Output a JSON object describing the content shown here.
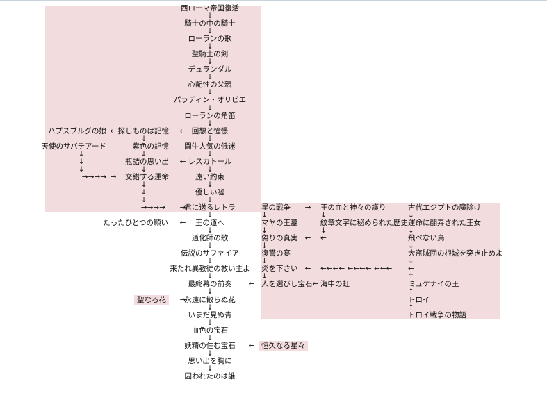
{
  "arrows": {
    "down": "↓",
    "up": "↑",
    "left": "←",
    "right": "→",
    "right4": "→→→→",
    "left_chain": "←←←← ←←←← ←←←",
    "left_end": "←"
  },
  "main": [
    "西ローマ帝国復活",
    "騎士の中の騎士",
    "ローランの歌",
    "聖騎士の剣",
    "デュランダル",
    "心配性の父親",
    "パラディン・オリビエ",
    "ローランの角笛",
    "回想と憧憬",
    "闘牛人気の低迷",
    "レスカトール",
    "遠い約束",
    "優しい嘘",
    "君に送るレトラ",
    "王の道へ",
    "道化師の歌",
    "伝説のサファイア",
    "来たれ異教徒の救い主よ",
    "最終幕の前奏",
    "永遠に散らぬ花",
    "いまだ見ぬ青",
    "血色の宝石",
    "妖精の住む宝石",
    "思い出を胸に",
    "囚われたのは誰"
  ],
  "middle": [
    "探しものは記憶",
    "紫色の記憶",
    "瓶詰の思い出",
    "交錯する運命",
    "たったひとつの願い",
    "聖なる花"
  ],
  "left": [
    "ハプスブルグの娘",
    "天使のサバテアード"
  ],
  "side": {
    "eternal_stars": "恒久なる星々"
  },
  "right": {
    "col1": [
      "星の戦争",
      "マヤの王墓",
      "偽りの真実",
      "復讐の宴",
      "炎を下さい",
      "人を選びし宝石←"
    ],
    "col2": [
      "王の血と神々の護り",
      "紋章文字に秘められた歴史",
      "海中の虹"
    ],
    "col3": [
      "古代エジプトの魔除け",
      "運命に翻弄された王女",
      "飛べない鳥",
      "大盗賊団の根城を突き止めよ",
      "ミュケナイの王",
      "トロイ",
      "トロイ戦争の物語"
    ]
  }
}
